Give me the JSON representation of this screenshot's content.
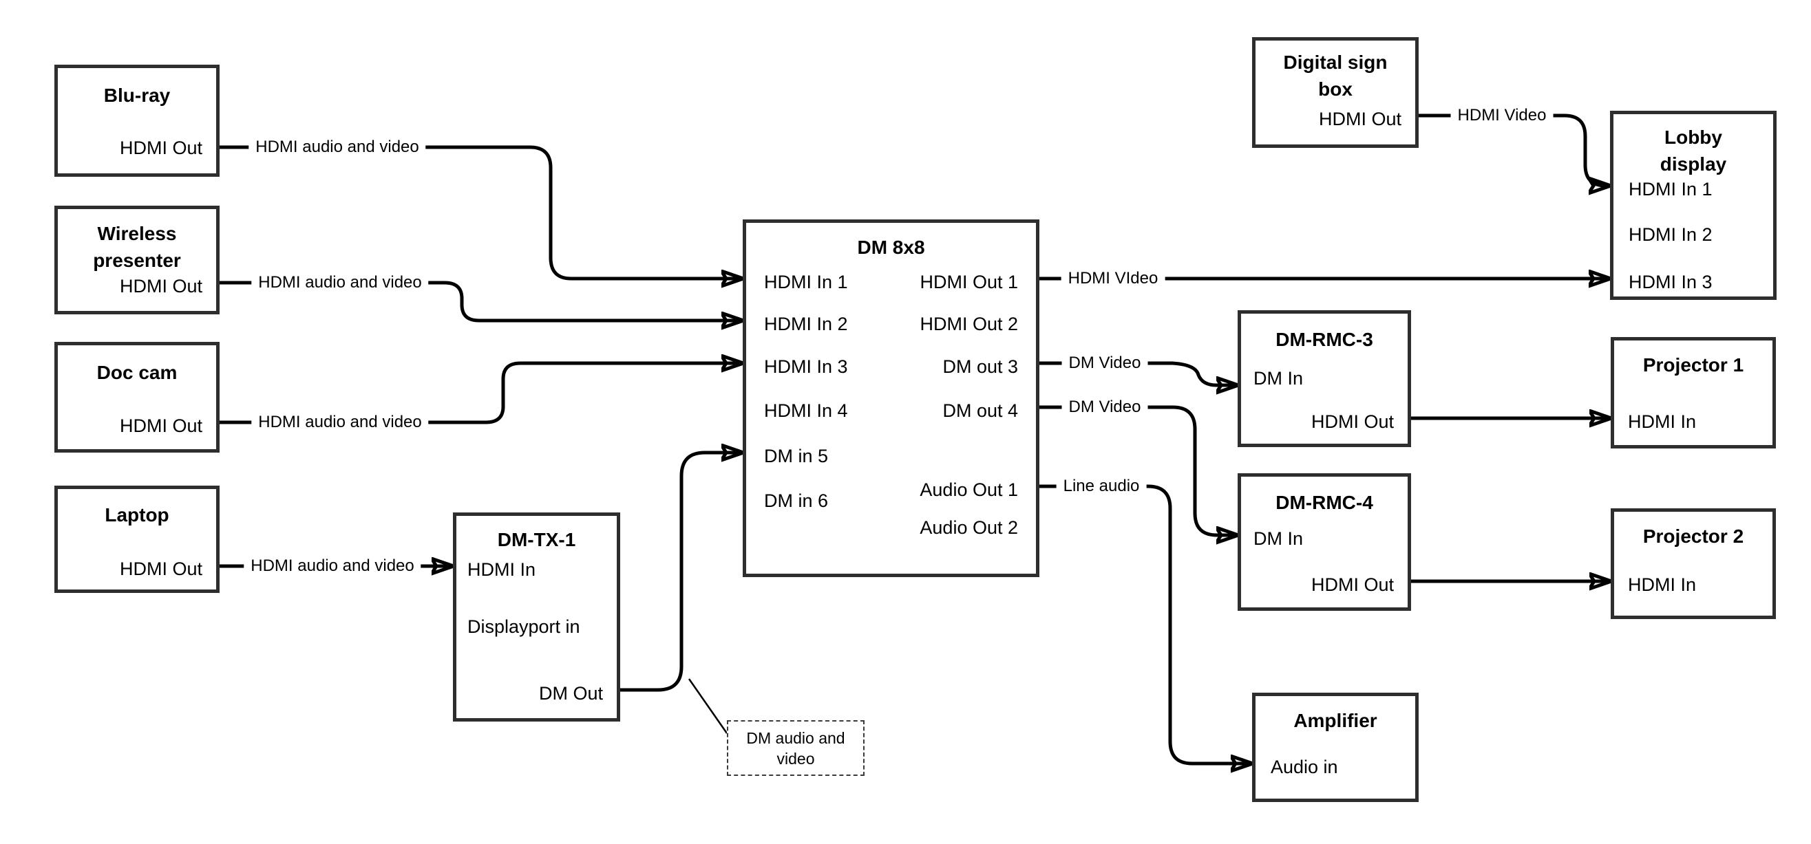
{
  "colors": {
    "background": "#ffffff",
    "line": "#000000",
    "box_border": "#2e2e2e",
    "text": "#000000"
  },
  "nodes": {
    "bluray": {
      "title": "Blu-ray",
      "port_hdmi_out": "HDMI Out"
    },
    "wireless": {
      "title": "Wireless presenter",
      "port_hdmi_out": "HDMI Out"
    },
    "doccam": {
      "title": "Doc cam",
      "port_hdmi_out": "HDMI Out"
    },
    "laptop": {
      "title": "Laptop",
      "port_hdmi_out": "HDMI Out"
    },
    "dmtx1": {
      "title": "DM-TX-1",
      "port_hdmi_in": "HDMI In",
      "port_displayport_in": "Displayport in",
      "port_dm_out": "DM Out"
    },
    "dm8x8": {
      "title": "DM 8x8",
      "port_hdmi_in_1": "HDMI In 1",
      "port_hdmi_in_2": "HDMI In 2",
      "port_hdmi_in_3": "HDMI In 3",
      "port_hdmi_in_4": "HDMI In 4",
      "port_dm_in_5": "DM in 5",
      "port_dm_in_6": "DM in 6",
      "port_hdmi_out_1": "HDMI Out 1",
      "port_hdmi_out_2": "HDMI Out 2",
      "port_dm_out_3": "DM out 3",
      "port_dm_out_4": "DM out 4",
      "port_audio_out_1": "Audio Out 1",
      "port_audio_out_2": "Audio Out 2"
    },
    "digitalsign": {
      "title": "Digital sign box",
      "port_hdmi_out": "HDMI Out"
    },
    "lobby": {
      "title": "Lobby display",
      "port_hdmi_in_1": "HDMI In 1",
      "port_hdmi_in_2": "HDMI In 2",
      "port_hdmi_in_3": "HDMI In 3"
    },
    "dmrmc3": {
      "title": "DM-RMC-3",
      "port_dm_in": "DM In",
      "port_hdmi_out": "HDMI Out"
    },
    "projector1": {
      "title": "Projector 1",
      "port_hdmi_in": "HDMI In"
    },
    "dmrmc4": {
      "title": "DM-RMC-4",
      "port_dm_in": "DM In",
      "port_hdmi_out": "HDMI Out"
    },
    "projector2": {
      "title": "Projector 2",
      "port_hdmi_in": "HDMI In"
    },
    "amplifier": {
      "title": "Amplifier",
      "port_audio_in": "Audio in"
    }
  },
  "edge_labels": {
    "bluray_to_dm8x8": "HDMI audio and video",
    "wireless_to_dm8x8": "HDMI audio and video",
    "doccam_to_dm8x8": "HDMI audio and video",
    "laptop_to_dmtx1": "HDMI audio and video",
    "hdmi_out_1_to_lobby": "HDMI VIdeo",
    "dm_out_3_to_dmrmc3": "DM Video",
    "dm_out_4_to_dmrmc4": "DM Video",
    "audio_out_1_to_amplifier": "Line audio",
    "digitalsign_to_lobby": "HDMI Video"
  },
  "note": {
    "text": "DM audio and video"
  }
}
